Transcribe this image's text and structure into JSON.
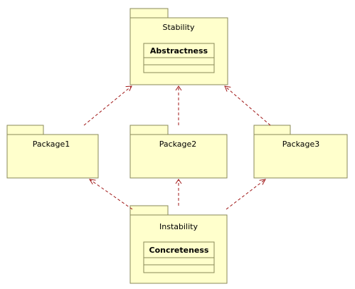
{
  "diagram": {
    "packages": {
      "stability": {
        "name": "Stability",
        "class_name": "Abstractness"
      },
      "package1": {
        "name": "Package1"
      },
      "package2": {
        "name": "Package2"
      },
      "package3": {
        "name": "Package3"
      },
      "instability": {
        "name": "Instability",
        "class_name": "Concreteness"
      }
    },
    "dependencies": [
      {
        "from": "package1",
        "to": "stability"
      },
      {
        "from": "package2",
        "to": "stability"
      },
      {
        "from": "package3",
        "to": "stability"
      },
      {
        "from": "instability",
        "to": "package1"
      },
      {
        "from": "instability",
        "to": "package2"
      },
      {
        "from": "instability",
        "to": "package3"
      }
    ],
    "colors": {
      "package_fill": "#ffffcc",
      "package_stroke": "#8a8a58",
      "dependency": "#a01818"
    }
  }
}
